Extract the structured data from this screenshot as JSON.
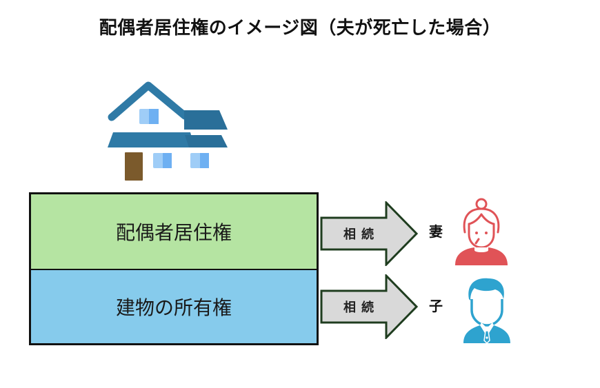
{
  "title": "配偶者居住権のイメージ図（夫が死亡した場合）",
  "house": {
    "icon": "house-icon",
    "roof_color": "#2f7aa6",
    "window_color": "#78b7f2",
    "door_color": "#7b5a2c"
  },
  "rights": {
    "top": {
      "label": "配偶者居住権",
      "color": "#b5e4a2"
    },
    "bottom": {
      "label": "建物の所有権",
      "color": "#86cbec"
    }
  },
  "transfers": [
    {
      "arrow_label": "相続",
      "heir": "妻",
      "icon": "woman-icon",
      "icon_color": "#e05357"
    },
    {
      "arrow_label": "相続",
      "heir": "子",
      "icon": "man-icon",
      "icon_color": "#2ea3cf"
    }
  ],
  "arrow_style": {
    "fill": "#d9d9d9",
    "stroke": "#1f3d1f"
  }
}
